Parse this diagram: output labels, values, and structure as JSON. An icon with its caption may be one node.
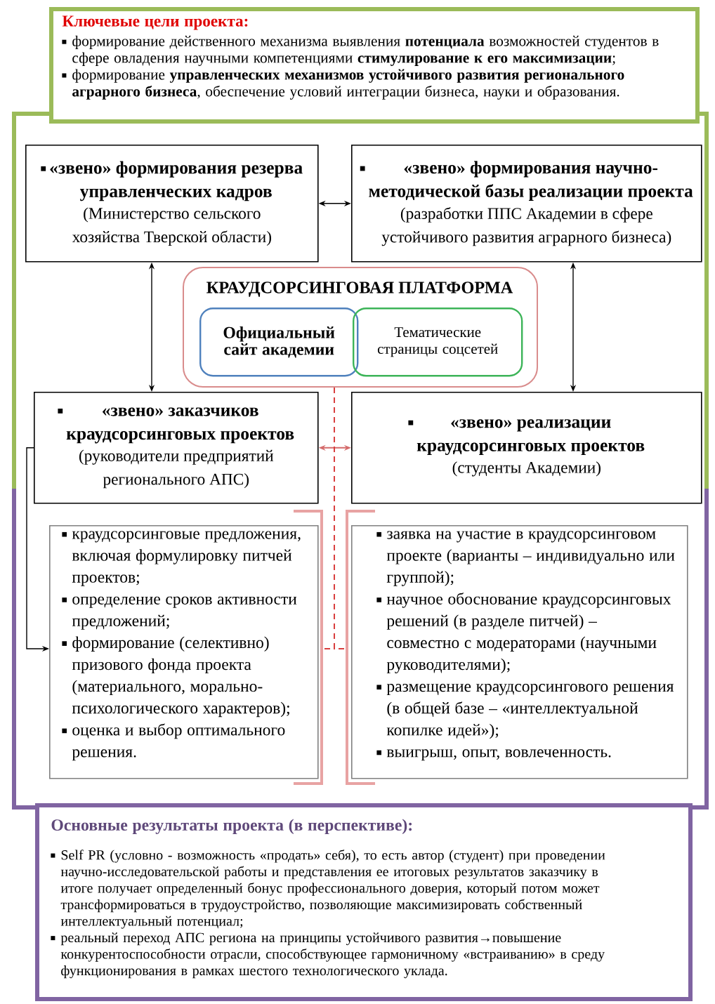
{
  "diagram": {
    "nodes": [
      {
        "text": [
          "Ключевые цели проекта:",
          "формирование действенного механизма выявления **потенциала** возможностей студентов в сфере овладения научными компетенциями **стимулирование к его максимизации**;",
          "формирование **управленческих механизмов устойчивого развития регионального аграрного бизнеса**, обеспечение условий интеграции бизнеса, науки и образования."
        ]
      },
      {
        "text": [
          "«звено» формирования резерва управленческих кадров",
          "(Министерство сельского хозяйства Тверской области)"
        ]
      },
      {
        "text": [
          "«звено» формирования научно-методической базы реализации проекта",
          "(разработки ППС Академии в сфере устойчивого развития аграрного бизнеса)"
        ]
      },
      {
        "text": [
          "КРАУДСОРСИНГОВАЯ ПЛАТФОРМА"
        ]
      },
      {
        "text": [
          "Официальный сайт академии"
        ],
        "in": 3
      },
      {
        "text": [
          "Тематические страницы соцсетей"
        ],
        "in": 3
      },
      {
        "text": [
          "«звено» заказчиков краудсорсинговых проектов",
          "(руководители предприятий регионального АПС)"
        ]
      },
      {
        "text": [
          "«звено» реализации краудсорсинговых проектов",
          "(студенты Академии)"
        ]
      },
      {
        "text": [
          "краудсорсинговые предложения, включая формулировку питчей проектов;",
          "определение сроков активности предложений;",
          "формирование (селективно) призового фонда проекта (материального, морально-психологического характеров);",
          "оценка и выбор оптимального решения."
        ]
      },
      {
        "text": [
          "заявка на участие в краудсорсинговом проекте (варианты – индивидуально или группой);",
          "научное обоснование краудсорсинговых решений (в разделе питчей) – совместно с модераторами (научными руководителями);",
          "размещение краудсорсингового решения (в общей базе – «интеллектуальной копилке идей»);",
          "выигрыш, опыт, вовлеченность."
        ]
      },
      {
        "text": [
          "Основные результаты проекта (в перспективе):",
          "Self PR (условно - возможность «продать» себя), то есть автор (студент) при проведении научно-исследовательской работы и представления ее итоговых результатов заказчику в итоге получает определенный бонус профессионального доверия, который потом может трансформироваться в трудоустройство, позволяющие максимизировать собственный интеллектуальный потенциал;",
          "реальный переход АПС региона на принципы устойчивого развития→повышение конкурентоспособности отрасли, способствующее гармоничному «встраиванию» в среду функционирования в рамках шестого технологического уклада."
        ]
      }
    ],
    "edges": [
      {
        "from": 1,
        "to": 2,
        "arrow": "both"
      },
      {
        "from": 1,
        "to": 6,
        "arrow": "both"
      },
      {
        "from": 2,
        "to": 7,
        "arrow": "both"
      },
      {
        "from": 6,
        "to": 7,
        "arrow": "both",
        "color": "#d46a6a"
      },
      {
        "from": 6,
        "to": 8,
        "arrow": "to"
      },
      {
        "from": 3,
        "to": 8,
        "arrow": "none",
        "style": "dashed",
        "color": "#d94040"
      },
      {
        "from": 3,
        "to": 9,
        "arrow": "none",
        "style": "dashed",
        "color": "#d94040"
      }
    ]
  }
}
